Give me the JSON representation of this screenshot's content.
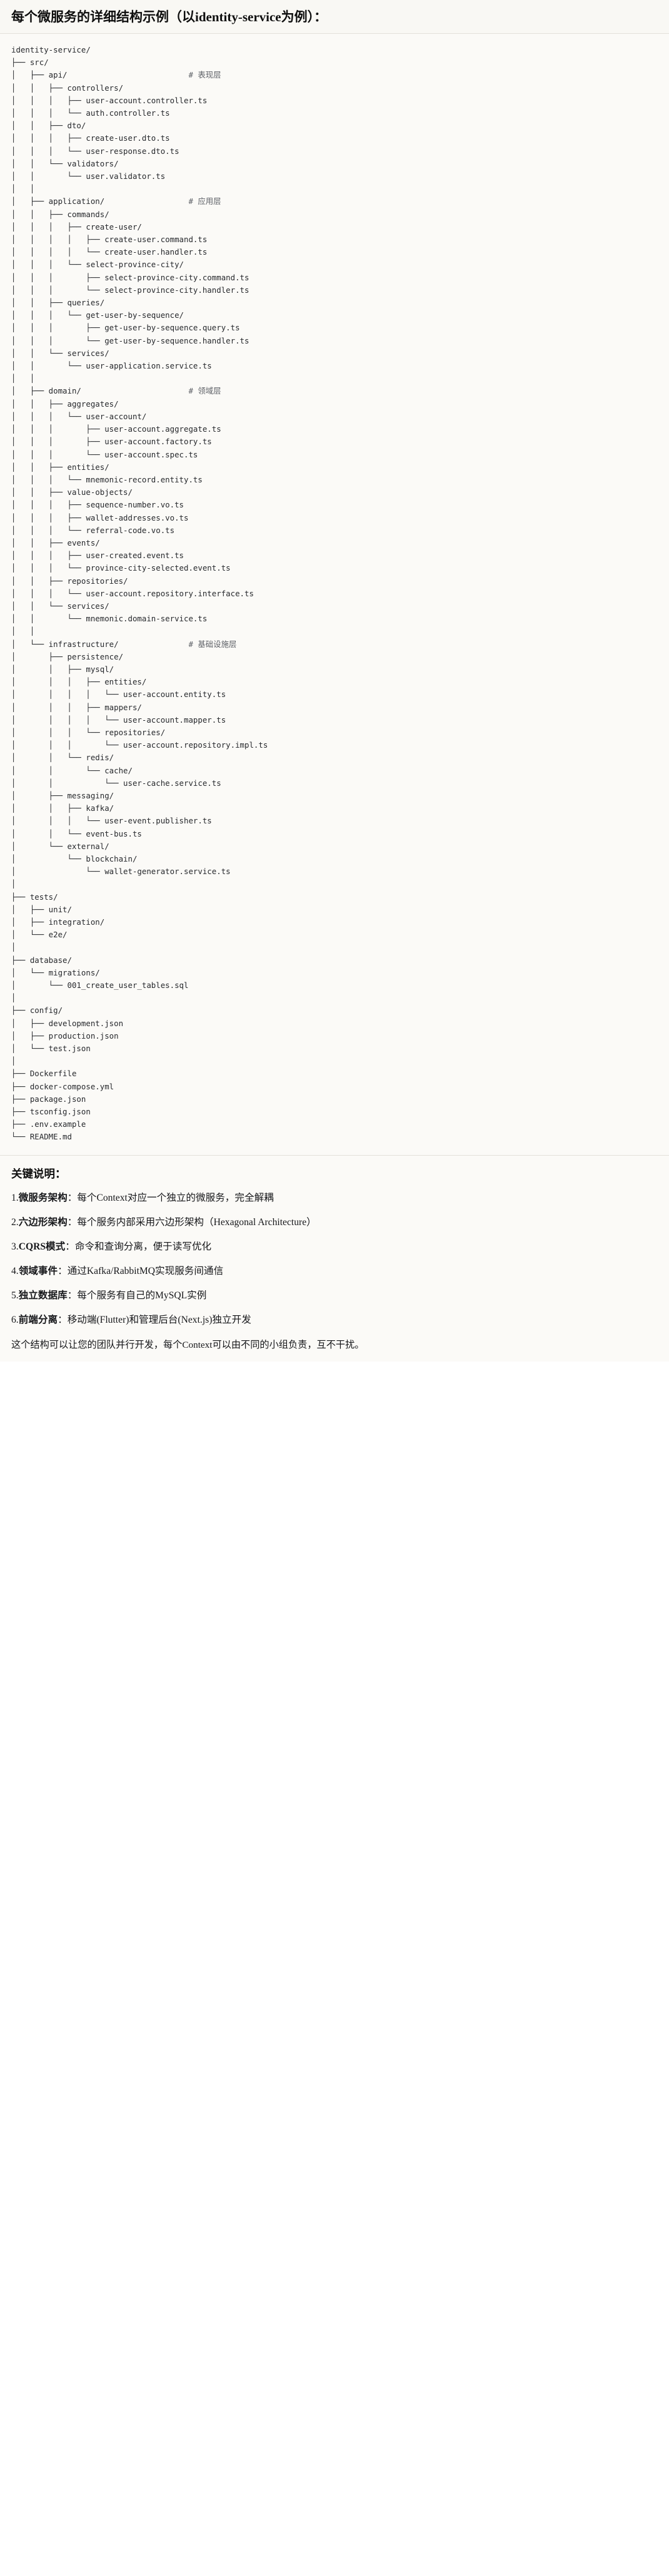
{
  "header": {
    "title": "每个微服务的详细结构示例（以identity-service为例）："
  },
  "tree": {
    "root": "identity-service/",
    "text": "identity-service/\n├── src/\n│   ├── api/                          # 表现层\n│   │   ├── controllers/\n│   │   │   ├── user-account.controller.ts\n│   │   │   └── auth.controller.ts\n│   │   ├── dto/\n│   │   │   ├── create-user.dto.ts\n│   │   │   └── user-response.dto.ts\n│   │   └── validators/\n│   │       └── user.validator.ts\n│   │\n│   ├── application/                  # 应用层\n│   │   ├── commands/\n│   │   │   ├── create-user/\n│   │   │   │   ├── create-user.command.ts\n│   │   │   │   └── create-user.handler.ts\n│   │   │   └── select-province-city/\n│   │   │       ├── select-province-city.command.ts\n│   │   │       └── select-province-city.handler.ts\n│   │   ├── queries/\n│   │   │   └── get-user-by-sequence/\n│   │   │       ├── get-user-by-sequence.query.ts\n│   │   │       └── get-user-by-sequence.handler.ts\n│   │   └── services/\n│   │       └── user-application.service.ts\n│   │\n│   ├── domain/                       # 领域层\n│   │   ├── aggregates/\n│   │   │   └── user-account/\n│   │   │       ├── user-account.aggregate.ts\n│   │   │       ├── user-account.factory.ts\n│   │   │       └── user-account.spec.ts\n│   │   ├── entities/\n│   │   │   └── mnemonic-record.entity.ts\n│   │   ├── value-objects/\n│   │   │   ├── sequence-number.vo.ts\n│   │   │   ├── wallet-addresses.vo.ts\n│   │   │   └── referral-code.vo.ts\n│   │   ├── events/\n│   │   │   ├── user-created.event.ts\n│   │   │   └── province-city-selected.event.ts\n│   │   ├── repositories/\n│   │   │   └── user-account.repository.interface.ts\n│   │   └── services/\n│   │       └── mnemonic.domain-service.ts\n│   │\n│   └── infrastructure/               # 基础设施层\n│       ├── persistence/\n│       │   ├── mysql/\n│       │   │   ├── entities/\n│       │   │   │   └── user-account.entity.ts\n│       │   │   ├── mappers/\n│       │   │   │   └── user-account.mapper.ts\n│       │   │   └── repositories/\n│       │   │       └── user-account.repository.impl.ts\n│       │   └── redis/\n│       │       └── cache/\n│       │           └── user-cache.service.ts\n│       ├── messaging/\n│       │   ├── kafka/\n│       │   │   └── user-event.publisher.ts\n│       │   └── event-bus.ts\n│       └── external/\n│           └── blockchain/\n│               └── wallet-generator.service.ts\n│\n├── tests/\n│   ├── unit/\n│   ├── integration/\n│   └── e2e/\n│\n├── database/\n│   └── migrations/\n│       └── 001_create_user_tables.sql\n│\n├── config/\n│   ├── development.json\n│   ├── production.json\n│   └── test.json\n│\n├── Dockerfile\n├── docker-compose.yml\n├── package.json\n├── tsconfig.json\n├── .env.example\n└── README.md",
    "layer_comments": [
      {
        "path": "api/",
        "comment": "# 表现层"
      },
      {
        "path": "application/",
        "comment": "# 应用层"
      },
      {
        "path": "domain/",
        "comment": "# 领域层"
      },
      {
        "path": "infrastructure/",
        "comment": "# 基础设施层"
      }
    ]
  },
  "notes": {
    "heading": "关键说明：",
    "items": [
      {
        "num": "1.",
        "term": "微服务架构",
        "sep": "：",
        "desc": "每个Context对应一个独立的微服务，完全解耦"
      },
      {
        "num": "2.",
        "term": "六边形架构",
        "sep": "：",
        "desc": "每个服务内部采用六边形架构（Hexagonal Architecture）"
      },
      {
        "num": "3.",
        "term": "CQRS模式",
        "sep": "：",
        "desc": "命令和查询分离，便于读写优化"
      },
      {
        "num": "4.",
        "term": "领域事件",
        "sep": "：",
        "desc": "通过Kafka/RabbitMQ实现服务间通信"
      },
      {
        "num": "5.",
        "term": "独立数据库",
        "sep": "：",
        "desc": "每个服务有自己的MySQL实例"
      },
      {
        "num": "6.",
        "term": "前端分离",
        "sep": "：",
        "desc": "移动端(Flutter)和管理后台(Next.js)独立开发"
      }
    ],
    "closing": "这个结构可以让您的团队并行开发，每个Context可以由不同的小组负责，互不干扰。"
  },
  "colors": {
    "page_bg": "#ffffff",
    "block_bg": "#fbfaf7",
    "header_bg": "#f9f8f4",
    "divider": "#e3e1da",
    "text": "#16171a",
    "code_text": "#27292d",
    "comment_text": "#5e6167"
  }
}
